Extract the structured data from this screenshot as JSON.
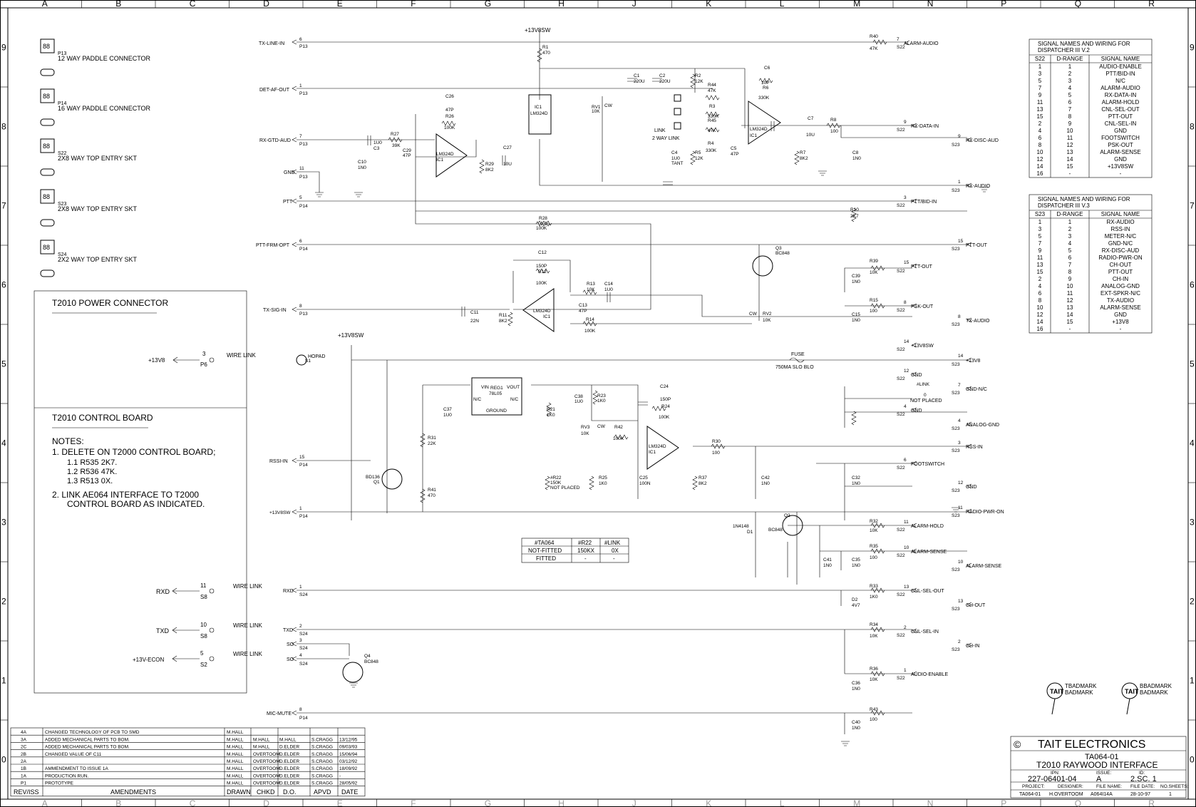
{
  "border": {
    "columns": [
      "A",
      "B",
      "C",
      "D",
      "E",
      "F",
      "G",
      "H",
      "J",
      "K",
      "L",
      "M",
      "N",
      "P",
      "Q",
      "R"
    ],
    "rows": [
      "9",
      "8",
      "7",
      "6",
      "5",
      "4",
      "3",
      "2",
      "1",
      "0"
    ]
  },
  "connectors": [
    {
      "ref": "P13",
      "desc": "12 WAY PADDLE CONNECTOR"
    },
    {
      "ref": "P14",
      "desc": "16 WAY PADDLE CONNECTOR"
    },
    {
      "ref": "S22",
      "desc": "2X8 WAY TOP ENTRY SKT"
    },
    {
      "ref": "S23",
      "desc": "2X8 WAY TOP ENTRY SKT"
    },
    {
      "ref": "S24",
      "desc": "2X2 WAY TOP ENTRY SKT"
    }
  ],
  "power_connector": {
    "title": "T2010 POWER CONNECTOR",
    "net": "+13V8",
    "pin": "3",
    "ref": "P6",
    "link": "WIRE LINK"
  },
  "control_board": {
    "title": "T2010 CONTROL BOARD",
    "notes_title": "NOTES:",
    "note1": "1. DELETE ON T2000 CONTROL BOARD;",
    "note1_items": [
      "1.1   R535   2K7.",
      "1.2   R536   47K.",
      "1.3   R513   0X."
    ],
    "note2a": "2. LINK AE064 INTERFACE TO T2000",
    "note2b": "CONTROL BOARD AS INDICATED.",
    "links": [
      {
        "net": "RXD",
        "pin": "11",
        "ref": "S8",
        "label": "WIRE LINK"
      },
      {
        "net": "TXD",
        "pin": "10",
        "ref": "S8",
        "label": "WIRE LINK"
      },
      {
        "net": "+13V-ECON",
        "pin": "5",
        "ref": "S2",
        "label": "WIRE LINK"
      }
    ]
  },
  "left_nets": [
    {
      "name": "TX-LINE-IN",
      "pin": "6",
      "conn": "P13"
    },
    {
      "name": "DET-AF-OUT",
      "pin": "1",
      "conn": "P13"
    },
    {
      "name": "RX-GTD-AUD",
      "pin": "7",
      "conn": "P13"
    },
    {
      "name": "GND",
      "pin": "11",
      "conn": "P13"
    },
    {
      "name": "PTT",
      "pin": "5",
      "conn": "P14"
    },
    {
      "name": "PTT-FRM-OPT",
      "pin": "6",
      "conn": "P14"
    },
    {
      "name": "TX-SIG-IN",
      "pin": "8",
      "conn": "P13"
    },
    {
      "name": "RSSI-IN",
      "pin": "15",
      "conn": "P14"
    },
    {
      "name": "+13V8SW",
      "pin": "1",
      "conn": "P14"
    },
    {
      "name": "RXD",
      "pin": "1",
      "conn": "S24"
    },
    {
      "name": "TXD",
      "pin": "2",
      "conn": "S24"
    },
    {
      "name": "SO",
      "pin": "3",
      "conn": "S24"
    },
    {
      "name": "SO",
      "pin": "4",
      "conn": "S24"
    },
    {
      "name": "MIC-MUTE",
      "pin": "8",
      "conn": "P14"
    }
  ],
  "right_nets": [
    {
      "name": "ALARM-AUDIO",
      "pin": "7",
      "conn": "S22"
    },
    {
      "name": "RX-DATA-IN",
      "pin": "9",
      "conn": "S22"
    },
    {
      "name": "RX-DISC-AUD",
      "pin": "9",
      "conn": "S23"
    },
    {
      "name": "RX-AUDIO",
      "pin": "1",
      "conn": "S23"
    },
    {
      "name": "PTT/BID-IN",
      "pin": "3",
      "conn": "S22"
    },
    {
      "name": "PTT-OUT",
      "pin": "15",
      "conn": "S23"
    },
    {
      "name": "PTT-OUT",
      "pin": "15",
      "conn": "S22"
    },
    {
      "name": "PSK-OUT",
      "pin": "8",
      "conn": "S22"
    },
    {
      "name": "TX-AUDIO",
      "pin": "8",
      "conn": "S23"
    },
    {
      "name": "+13V8SW",
      "pin": "14",
      "conn": "S22"
    },
    {
      "name": "+13V8",
      "pin": "14",
      "conn": "S23"
    },
    {
      "name": "GND",
      "pin": "12",
      "conn": "S22"
    },
    {
      "name": "GND-N/C",
      "pin": "7",
      "conn": "S23"
    },
    {
      "name": "GND",
      "pin": "4",
      "conn": "S22"
    },
    {
      "name": "ANALOG-GND",
      "pin": "4",
      "conn": "S23"
    },
    {
      "name": "RSS-IN",
      "pin": "3",
      "conn": "S23"
    },
    {
      "name": "FOOTSWITCH",
      "pin": "6",
      "conn": "S22"
    },
    {
      "name": "GND",
      "pin": "12",
      "conn": "S23"
    },
    {
      "name": "RADIO-PWR-ON",
      "pin": "11",
      "conn": "S23"
    },
    {
      "name": "ALARM-HOLD",
      "pin": "11",
      "conn": "S22"
    },
    {
      "name": "ALARM-SENSE",
      "pin": "10",
      "conn": "S22"
    },
    {
      "name": "ALARM-SENSE",
      "pin": "10",
      "conn": "S23"
    },
    {
      "name": "CNL-SEL-OUT",
      "pin": "13",
      "conn": "S22"
    },
    {
      "name": "CH-OUT",
      "pin": "13",
      "conn": "S23"
    },
    {
      "name": "CNL-SEL-IN",
      "pin": "2",
      "conn": "S22"
    },
    {
      "name": "CH-IN",
      "pin": "2",
      "conn": "S23"
    },
    {
      "name": "AUDIO-ENABLE",
      "pin": "1",
      "conn": "S22"
    }
  ],
  "components": {
    "R40": "47K",
    "R1": "470",
    "C1": "220U",
    "C2": "220U",
    "R2": "12K",
    "R44": "47K",
    "C6": "10P",
    "R6": "330K",
    "R3": "330K",
    "R45": "47K",
    "R4": "330K",
    "C5": "47P",
    "C7": "10U",
    "R8": "100",
    "R7": "8K2",
    "C8": "1N0",
    "C4": "1U0",
    "R5": "12K",
    "C26": "47P",
    "R26": "100K",
    "R27": "39K",
    "C3": "1U0",
    "C29": "47P",
    "C27": "10U",
    "R29": "8K2",
    "C10": "1N0",
    "R28": "100K",
    "R10": "2K7",
    "C12": "150P",
    "R12": "100K",
    "R13": "10K",
    "C14": "1U0",
    "C13": "47P",
    "R14": "100K",
    "R11": "8K2",
    "C11": "22N",
    "RV2": "10K",
    "RV1": "10K",
    "R39": "10K",
    "C39": "1N0",
    "R15": "100",
    "C15": "1N0",
    "REG1": "78L05",
    "C38": "1U0",
    "R23": "1K0",
    "C24": "150P",
    "R24": "100K",
    "C37": "1U0",
    "R21": "1K0",
    "RV3": "10K",
    "R42": "100K",
    "R31": "22K",
    "R41": "470",
    "R22": "150K",
    "C25": "100N",
    "R25": "1K0",
    "R37": "8K2",
    "R30": "100",
    "C42": "1N0",
    "C32": "1N0",
    "R32": "10K",
    "R35": "100",
    "C41": "1N0",
    "C35": "1N0",
    "R33": "1K0",
    "D2": "4V7",
    "R34": "10K",
    "R36": "10K",
    "C36": "1N0",
    "R43": "100",
    "C40": "1N0"
  },
  "misc_labels": {
    "rail_top": "+13V8SW",
    "rail_mid": "+13V8SW",
    "ic1": "IC1",
    "lm324": "LM324D",
    "s1": "S1",
    "hopad": "HOPAD",
    "fuse": "FUSE",
    "fuse_val": "750MA SLO BLO",
    "link": "LINK",
    "link2": "2 WAY LINK",
    "tant": "TANT",
    "not_placed": "NOT PLACED",
    "hash_link": "#LINK",
    "zero": "0",
    "ground": "GROUND",
    "vin": "VIN",
    "vout": "VOUT",
    "nc": "N/C",
    "q1": "BD136",
    "q2": "BC848",
    "q3": "BC848",
    "q4": "BC848",
    "d1": "1N4148",
    "hash_r22": "#R22",
    "cw": "CW"
  },
  "fit_table": {
    "headers": [
      "#TA064",
      "#R22",
      "#LINK"
    ],
    "rows": [
      [
        "NOT-FITTED",
        "150KX",
        "0X"
      ],
      [
        "FITTED",
        "-",
        "-"
      ]
    ]
  },
  "sig_table_v2": {
    "title1": "SIGNAL NAMES AND WIRING FOR",
    "title2": "DISPATCHER  III  V.2",
    "headers": [
      "S22",
      "D-RANGE",
      "SIGNAL NAME"
    ],
    "rows": [
      [
        "1",
        "1",
        "AUDIO-ENABLE"
      ],
      [
        "3",
        "2",
        "PTT/BID-IN"
      ],
      [
        "5",
        "3",
        "N/C"
      ],
      [
        "7",
        "4",
        "ALARM-AUDIO"
      ],
      [
        "9",
        "5",
        "RX-DATA-IN"
      ],
      [
        "11",
        "6",
        "ALARM-HOLD"
      ],
      [
        "13",
        "7",
        "CNL-SEL-OUT"
      ],
      [
        "15",
        "8",
        "PTT-OUT"
      ],
      [
        "2",
        "9",
        "CNL-SEL-IN"
      ],
      [
        "4",
        "10",
        "GND"
      ],
      [
        "6",
        "11",
        "FOOTSWITCH"
      ],
      [
        "8",
        "12",
        "PSK-OUT"
      ],
      [
        "10",
        "13",
        "ALARM-SENSE"
      ],
      [
        "12",
        "14",
        "GND"
      ],
      [
        "14",
        "15",
        "+13V8SW"
      ],
      [
        "16",
        "-",
        "-"
      ]
    ]
  },
  "sig_table_v3": {
    "title1": "SIGNAL NAMES AND WIRING FOR",
    "title2": "DISPATCHER  III  V.3",
    "headers": [
      "S23",
      "D-RANGE",
      "SIGNAL NAME"
    ],
    "rows": [
      [
        "1",
        "1",
        "RX-AUDIO"
      ],
      [
        "3",
        "2",
        "RSS-IN"
      ],
      [
        "5",
        "3",
        "METER-N/C"
      ],
      [
        "7",
        "4",
        "GND-N/C"
      ],
      [
        "9",
        "5",
        "RX-DISC-AUD"
      ],
      [
        "11",
        "6",
        "RADIO-PWR-ON"
      ],
      [
        "13",
        "7",
        "CH-OUT"
      ],
      [
        "15",
        "8",
        "PTT-OUT"
      ],
      [
        "2",
        "9",
        "CH-IN"
      ],
      [
        "4",
        "10",
        "ANALOG-GND"
      ],
      [
        "6",
        "11",
        "EXT-SPKR-N/C"
      ],
      [
        "8",
        "12",
        "TX-AUDIO"
      ],
      [
        "10",
        "13",
        "ALARM-SENSE"
      ],
      [
        "12",
        "14",
        "GND"
      ],
      [
        "14",
        "15",
        "+13V8"
      ],
      [
        "16",
        "-",
        "-"
      ]
    ]
  },
  "badmarks": [
    {
      "line1": "TBADMARK",
      "line2": "BADMARK"
    },
    {
      "line1": "BBADMARK",
      "line2": "BADMARK"
    }
  ],
  "amendments": {
    "rows": [
      [
        "4A",
        "CHANGED TECHNOLOGY OF PCB TO SMD",
        "M.HALL",
        "",
        "",
        ""
      ],
      [
        "3A",
        "ADDED MECHANICAL PARTS TO BOM.",
        "M.HALL",
        "M.HALL",
        "M.HALL",
        "S.CRAGG",
        "13/12/95"
      ],
      [
        "2C",
        "ADDED MECHANICAL PARTS TO BOM.",
        "M.HALL",
        "M.HALL",
        "D.ELDER",
        "S.CRAGG",
        "09/03/93"
      ],
      [
        "2B",
        "CHANGED VALUE OF C11",
        "M.HALL",
        "OVERTOOM",
        "D.ELDER",
        "S.CRAGG",
        "15/06/94"
      ],
      [
        "2A",
        "",
        "M.HALL",
        "OVERTOOM",
        "D.ELDER",
        "S.CRAGG",
        "03/12/92"
      ],
      [
        "1B",
        "AMMENDMENT TO ISSUE 1A",
        "M.HALL",
        "OVERTOOM",
        "D.ELDER",
        "S.CRAGG",
        "18/09/92"
      ],
      [
        "1A",
        "PRODUCTION RUN.",
        "M.HALL",
        "OVERTOOM",
        "D.ELDER",
        "S.CRAGG",
        "-"
      ],
      [
        "P1",
        "PROTOTYPE",
        "M.HALL",
        "OVERTOOM",
        "D.ELDER",
        "S.CRAGG",
        "28/05/92"
      ]
    ],
    "footer": [
      "REV/ISS",
      "AMENDMENTS",
      "DRAWN",
      "CHKD",
      "D.O.",
      "APVD",
      "DATE"
    ]
  },
  "title_block": {
    "company": "TAIT   ELECTRONICS",
    "copyright": "©",
    "doc": "TA064-01",
    "title": "T2010 RAYWOOD INTERFACE",
    "ipn_label": "IPN:",
    "issue_label": "ISSUE:",
    "id_label": "ID:",
    "ipn": "227-06401-04",
    "issue": "A",
    "sheet": "2.SC. 1",
    "hdr": [
      "PROJECT:",
      "DESIGNER:",
      "FILE NAME:",
      "FILE DATE:",
      "NO.SHEETS:"
    ],
    "vals": [
      "TA064-01",
      "H.OVERTOOM",
      "A064I14A",
      "28-10-97",
      "1"
    ]
  }
}
